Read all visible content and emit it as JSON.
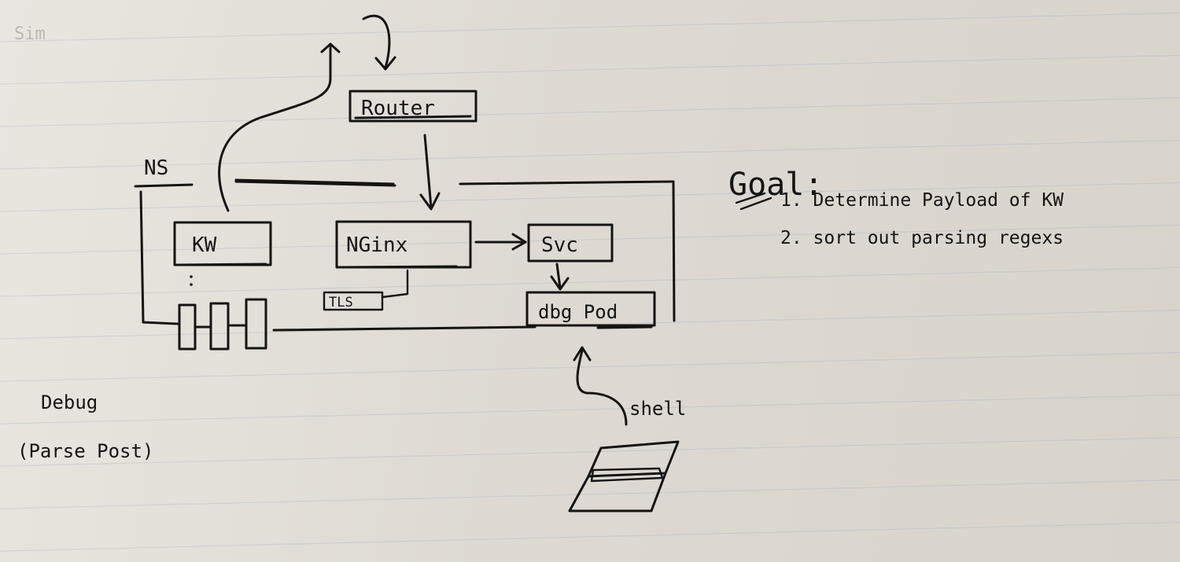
{
  "diagram": {
    "faded_header": "Sim",
    "router": "Router",
    "namespace": "NS",
    "kw": "KW",
    "nginx": "NGinx",
    "tls": "TLS",
    "svc": "Svc",
    "dbg_pod": "dbg Pod",
    "shell": "shell",
    "debug_title": "Debug",
    "debug_subtitle": "(Parse Post)"
  },
  "goal": {
    "title": "Goal:",
    "items": [
      "1. Determine Payload of KW",
      "2. sort out parsing regexs"
    ]
  }
}
